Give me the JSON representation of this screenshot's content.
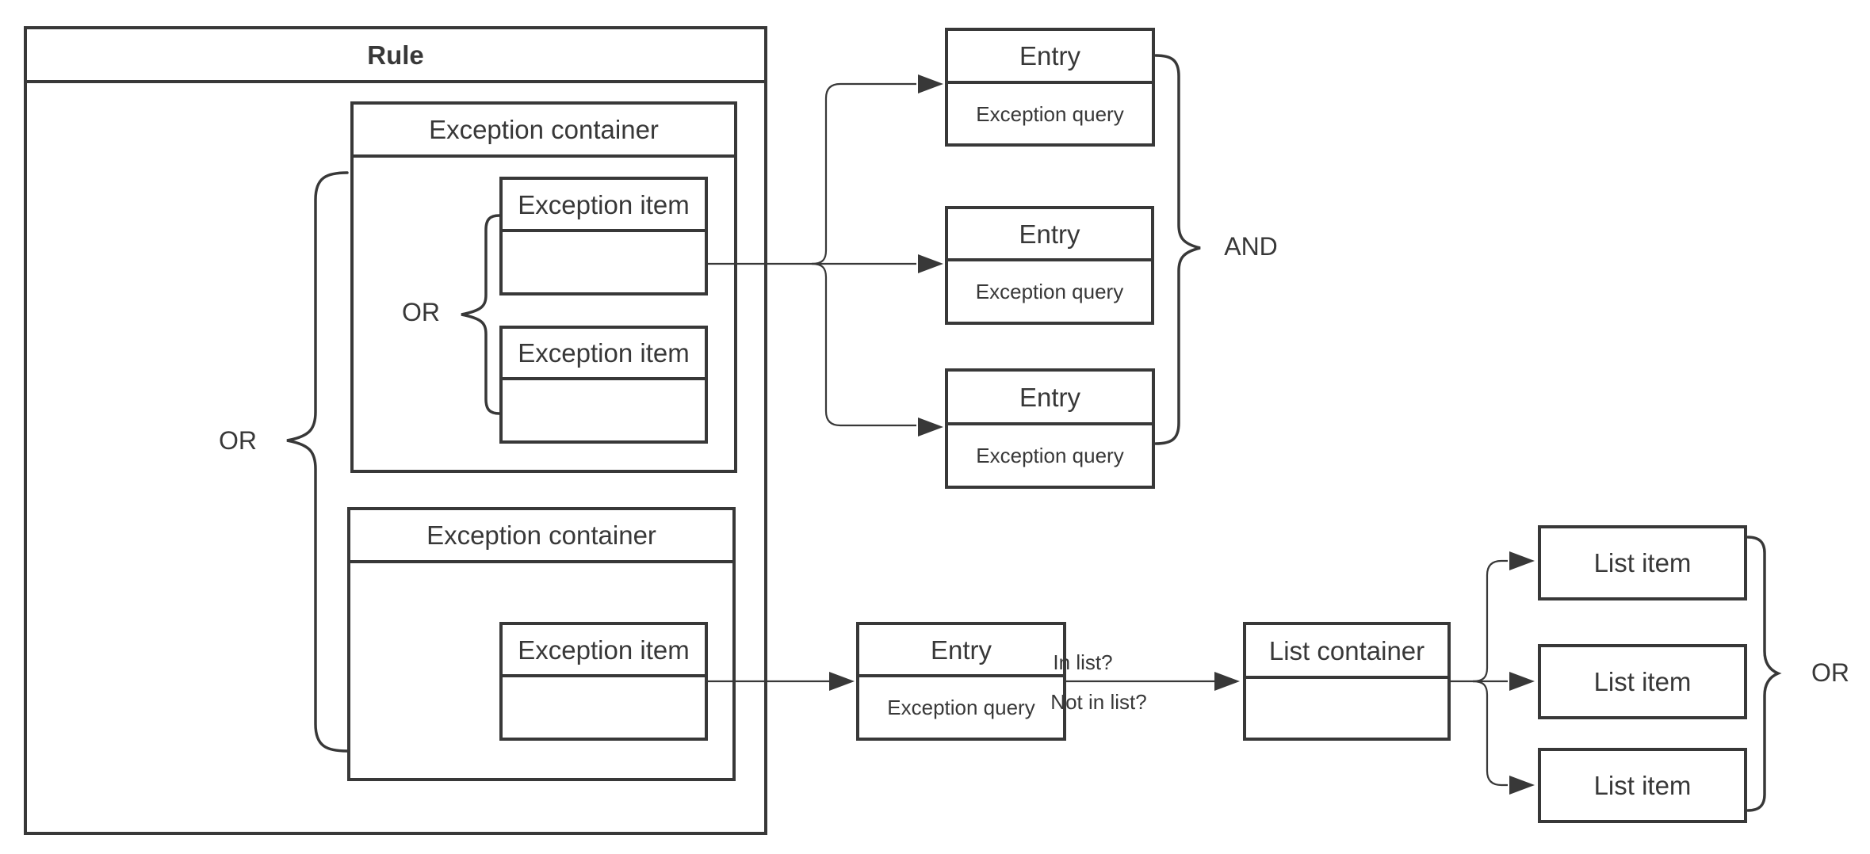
{
  "diagram": {
    "colors": {
      "stroke": "#383838",
      "text": "#383838",
      "background": "#ffffff"
    },
    "rule": {
      "title": "Rule"
    },
    "containers": [
      {
        "title": "Exception container"
      },
      {
        "title": "Exception container"
      }
    ],
    "exception_items": [
      {
        "title": "Exception item"
      },
      {
        "title": "Exception item"
      },
      {
        "title": "Exception item"
      }
    ],
    "entries": [
      {
        "title": "Entry",
        "body": "Exception query"
      },
      {
        "title": "Entry",
        "body": "Exception query"
      },
      {
        "title": "Entry",
        "body": "Exception query"
      },
      {
        "title": "Entry",
        "body": "Exception query"
      }
    ],
    "list_container": {
      "title": "List container"
    },
    "list_items": [
      {
        "label": "List item"
      },
      {
        "label": "List item"
      },
      {
        "label": "List item"
      }
    ],
    "operators": {
      "outer_or": "OR",
      "inner_or": "OR",
      "and": "AND",
      "list_or": "OR"
    },
    "edge_labels": {
      "in_list": "In list?",
      "not_in_list": "Not in list?"
    }
  }
}
